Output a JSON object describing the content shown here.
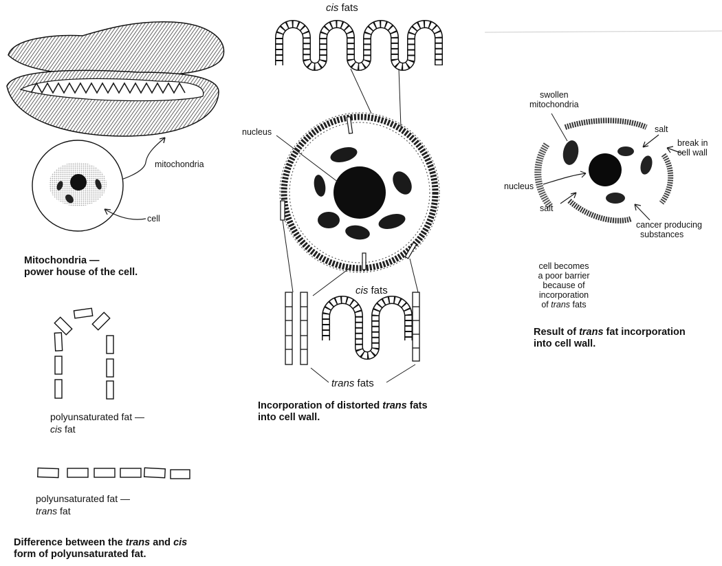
{
  "mitochondria_panel": {
    "label_mitochondria": "mitochondria",
    "label_cell": "cell",
    "caption_line1": "Mitochondria —",
    "caption_line2": "power house of the cell."
  },
  "fat_forms_panel": {
    "cis_label_line1": "polyunsaturated fat —",
    "cis_label_line2_italic": "cis",
    "cis_label_line2_rest": " fat",
    "trans_label_line1": "polyunsaturated fat —",
    "trans_label_line2_italic": "trans",
    "trans_label_line2_rest": " fat",
    "caption_line1_a": "Difference between the ",
    "caption_line1_italic1": "trans",
    "caption_line1_b": " and ",
    "caption_line1_italic2": "cis",
    "caption_line2": "form of polyunsaturated fat."
  },
  "incorporation_panel": {
    "top_label_italic": "cis",
    "top_label_rest": " fats",
    "label_nucleus": "nucleus",
    "bottom_cis_italic": "cis",
    "bottom_cis_rest": " fats",
    "trans_italic": "trans",
    "trans_rest": " fats",
    "caption_line1_a": "Incorporation of distorted ",
    "caption_line1_italic": "trans",
    "caption_line1_b": " fats",
    "caption_line2": "into cell wall."
  },
  "result_panel": {
    "label_swollen_line1": "swollen",
    "label_swollen_line2": "mitochondria",
    "label_salt_top": "salt",
    "label_break_line1": "break in",
    "label_break_line2": "cell wall",
    "label_nucleus": "nucleus",
    "label_salt_bottom": "salt",
    "label_cancer_line1": "cancer producing",
    "label_cancer_line2": "substances",
    "barrier_line1": "cell becomes",
    "barrier_line2": "a poor barrier",
    "barrier_line3": "because of",
    "barrier_line4": "incorporation",
    "barrier_line5_italic": "trans",
    "barrier_line5_pre": "of ",
    "barrier_line5_rest": " fats",
    "caption_line1_a": "Result of ",
    "caption_line1_italic": "trans",
    "caption_line1_b": " fat incorporation",
    "caption_line2": "into cell wall."
  }
}
